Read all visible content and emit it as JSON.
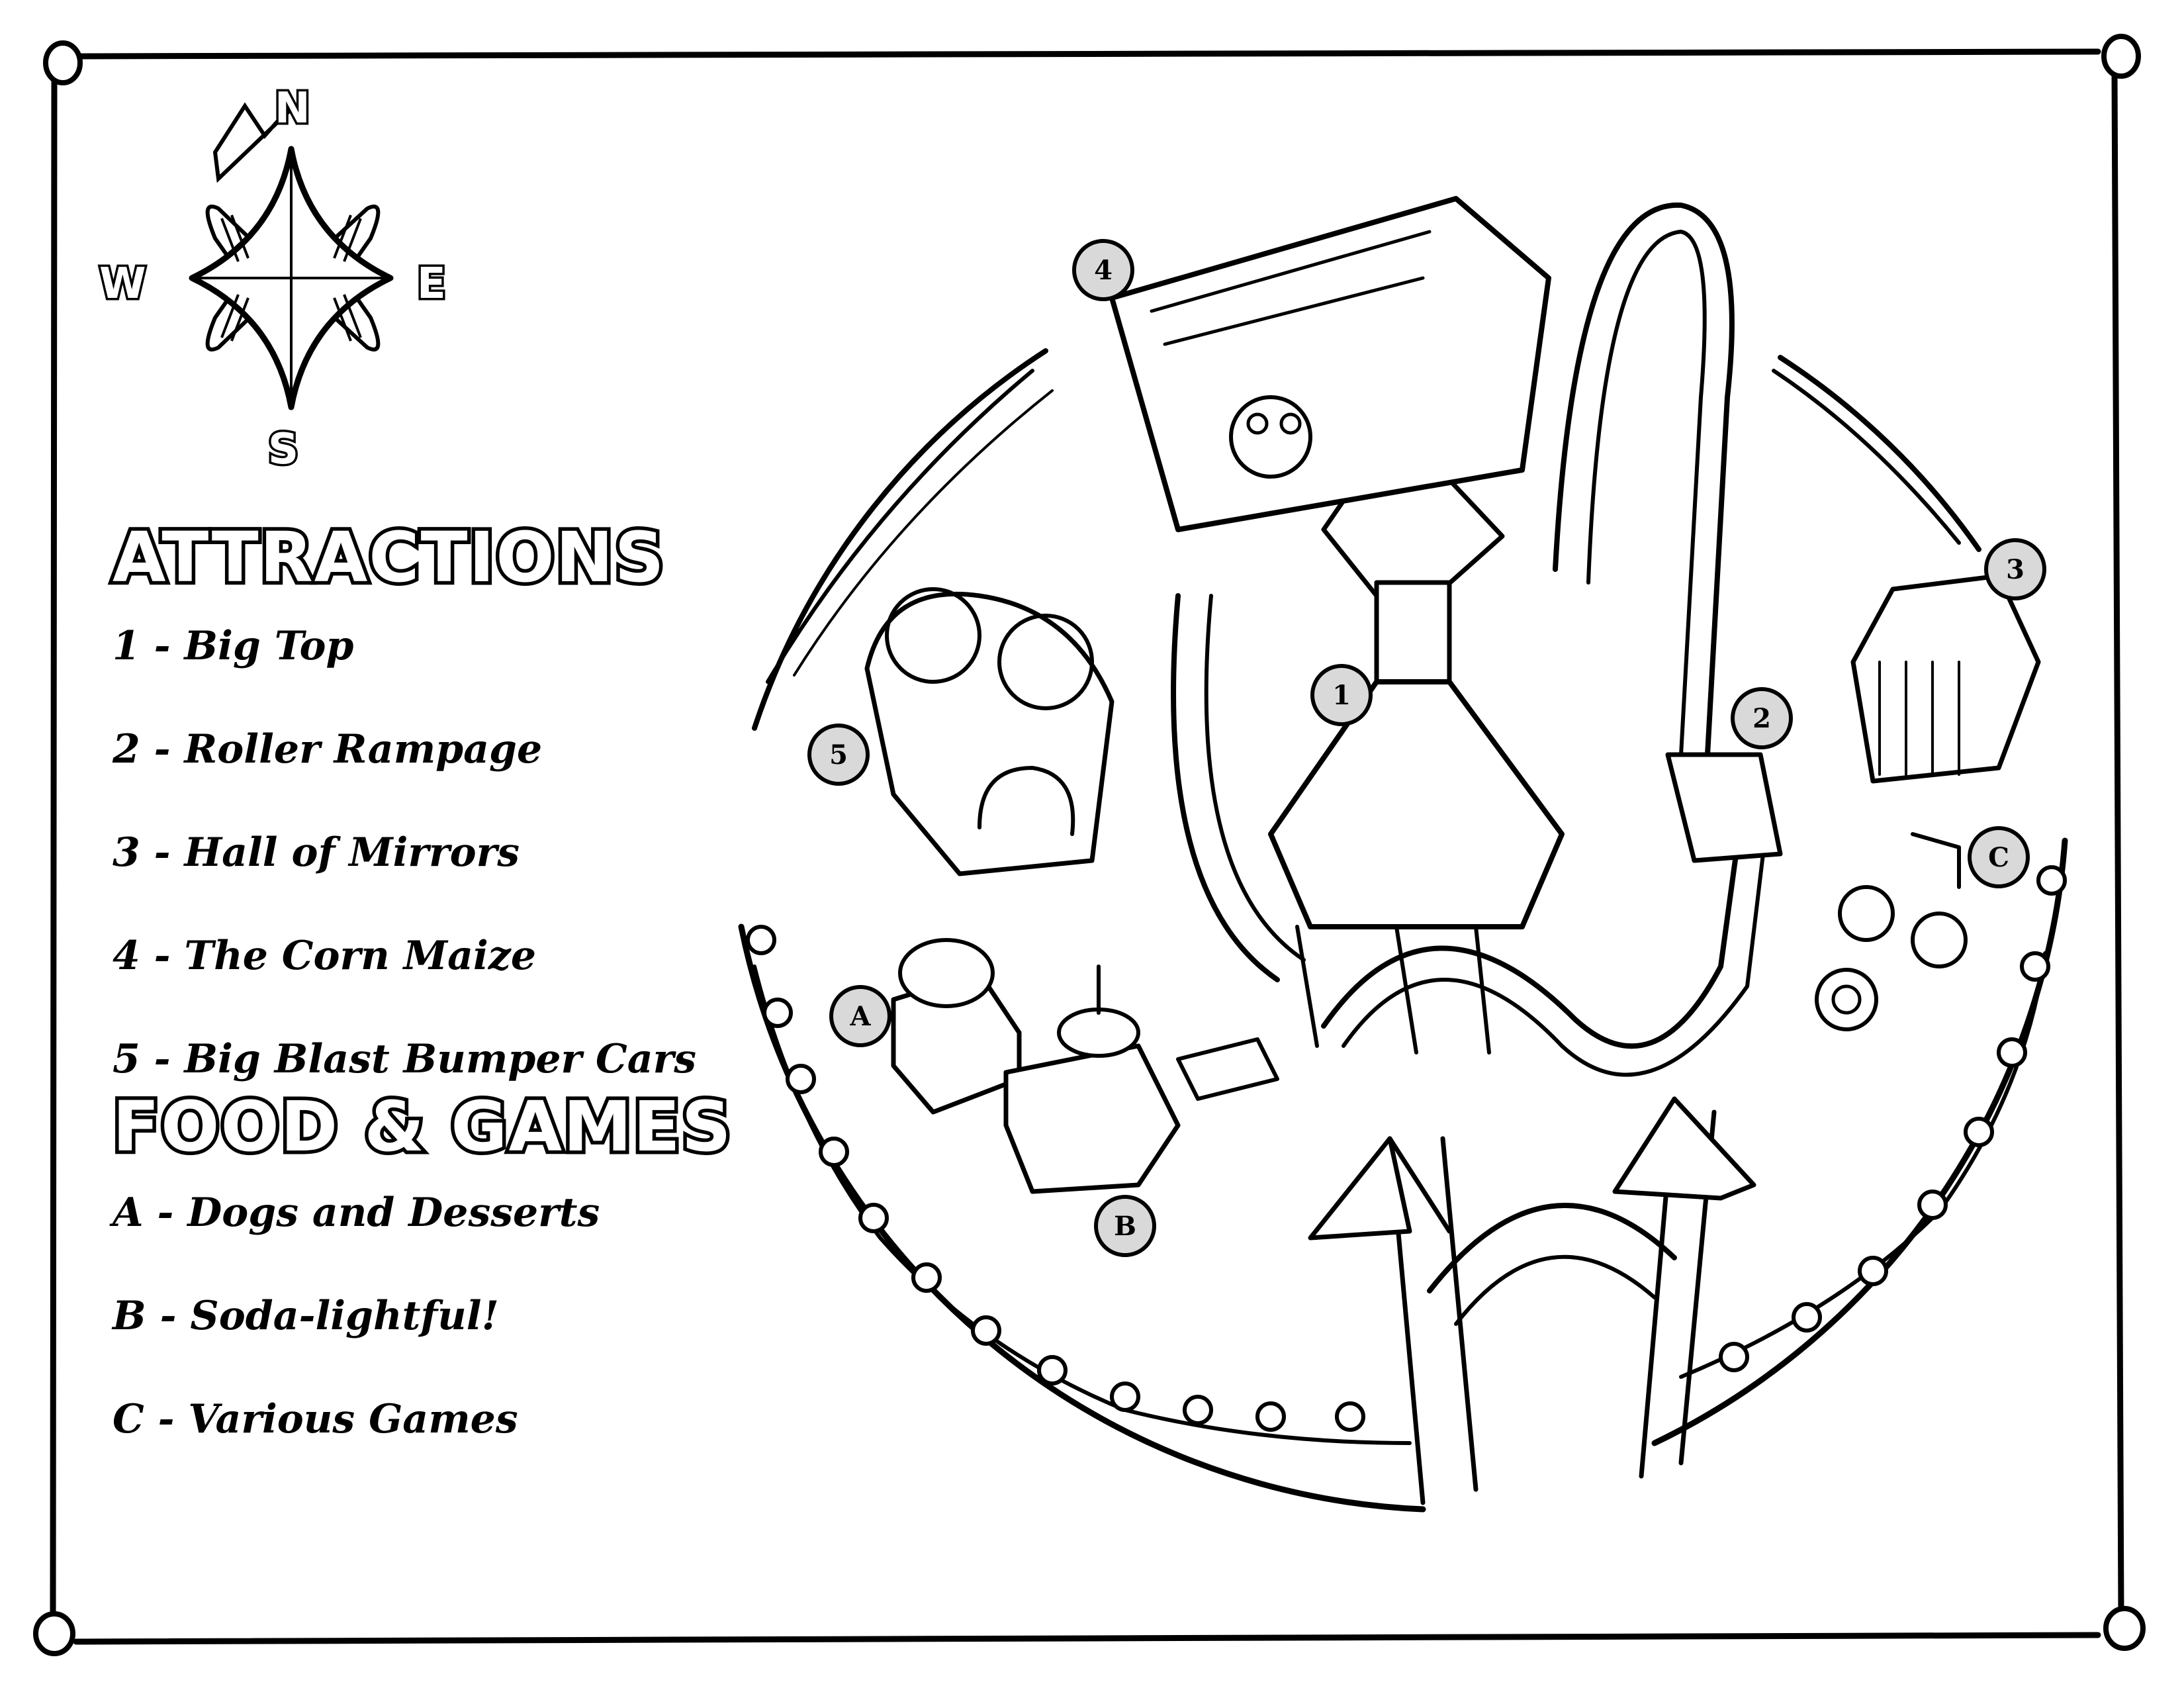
{
  "compass": {
    "north": "N",
    "east": "E",
    "south": "S",
    "west": "W"
  },
  "legend": {
    "attractions_title": "ATTRACTIONS",
    "attractions": [
      {
        "key": "1",
        "label": "1 - Big Top"
      },
      {
        "key": "2",
        "label": "2 - Roller Rampage"
      },
      {
        "key": "3",
        "label": "3 - Hall of Mirrors"
      },
      {
        "key": "4",
        "label": "4 - The Corn Maize"
      },
      {
        "key": "5",
        "label": "5 - Big Blast Bumper Cars"
      }
    ],
    "food_title": "FOOD & GAMES",
    "food_games": [
      {
        "key": "A",
        "label": "A - Dogs and Desserts"
      },
      {
        "key": "B",
        "label": "B - Soda-lightful!"
      },
      {
        "key": "C",
        "label": "C - Various Games"
      }
    ]
  },
  "map_markers": [
    "1",
    "2",
    "3",
    "4",
    "5",
    "A",
    "B",
    "C"
  ],
  "colors": {
    "ink": "#000000",
    "paper": "#ffffff",
    "marker_fill": "#d9d9d9"
  }
}
